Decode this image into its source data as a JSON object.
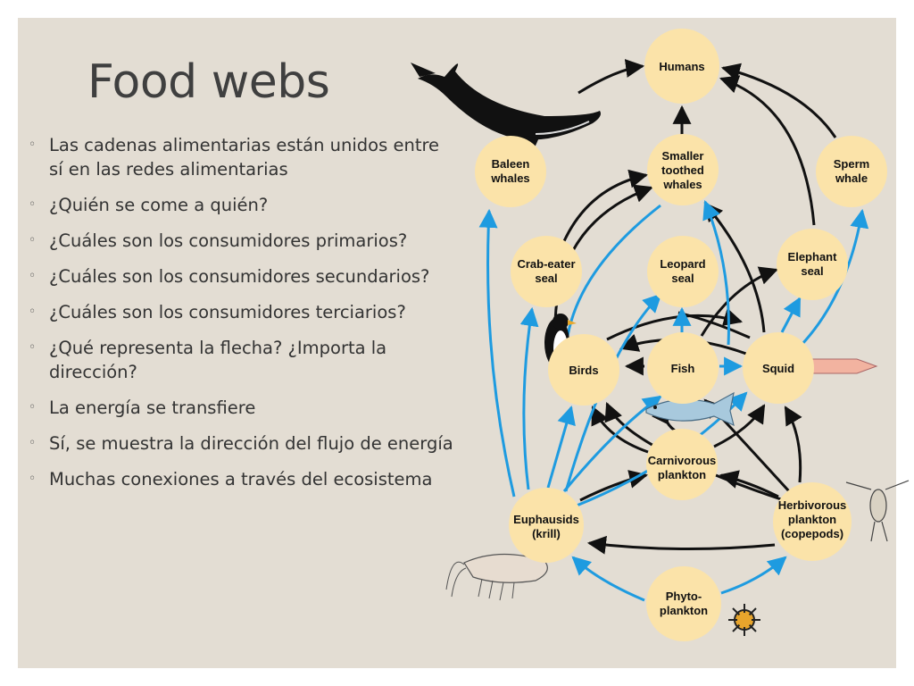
{
  "title": "Food webs",
  "bullets": [
    "Las cadenas alimentarias están unidos entre sí en las redes alimentarias",
    "¿Quién se come a quién?",
    "¿Cuáles son los consumidores primarios?",
    "¿Cuáles son los consumidores secundarios?",
    "¿Cuáles son los consumidores terciarios?",
    "¿Qué representa la flecha? ¿Importa la dirección?",
    "La energía se transfiere",
    "Sí, se muestra la dirección del flujo de energía",
    "Muchas conexiones a través del ecosistema"
  ],
  "bullet_marker": "◦",
  "colors": {
    "background": "#e3ddd3",
    "node_fill": "#fbe3a9",
    "arrow_black": "#111111",
    "arrow_blue": "#1e9be0"
  },
  "diagram": {
    "nodes": {
      "humans": [
        "Humans"
      ],
      "baleen": [
        "Baleen",
        "whales"
      ],
      "smaller": [
        "Smaller",
        "toothed",
        "whales"
      ],
      "sperm": [
        "Sperm",
        "whale"
      ],
      "crab": [
        "Crab-eater",
        "seal"
      ],
      "leopard": [
        "Leopard",
        "seal"
      ],
      "elephant": [
        "Elephant",
        "seal"
      ],
      "birds": [
        "Birds"
      ],
      "fish": [
        "Fish"
      ],
      "squid": [
        "Squid"
      ],
      "carn": [
        "Carnivorous",
        "plankton"
      ],
      "krill": [
        "Euphausids",
        "(krill)"
      ],
      "herb": [
        "Herbivorous",
        "plankton",
        "(copepods)"
      ],
      "phyto": [
        "Phyto-",
        "plankton"
      ]
    },
    "illustrations": [
      "whale-illustration",
      "penguin-illustration",
      "fish-illustration",
      "squid-illustration",
      "krill-illustration",
      "copepod-illustration",
      "phytoplankton-illustration"
    ]
  }
}
